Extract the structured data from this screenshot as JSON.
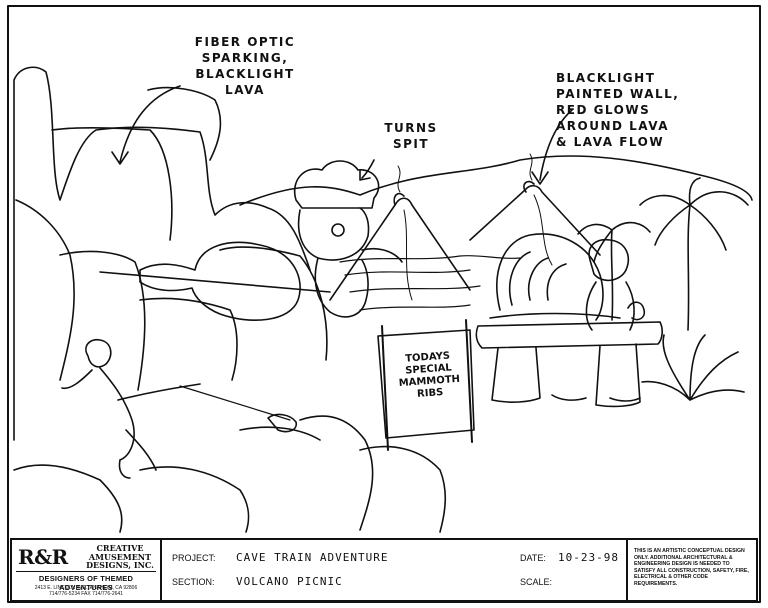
{
  "annotations": {
    "fiber_optic": [
      "FIBER OPTIC",
      "SPARKING,",
      "BLACKLIGHT",
      "LAVA"
    ],
    "turns_spit": [
      "TURNS",
      "SPIT"
    ],
    "blacklight_wall": [
      "BLACKLIGHT",
      "PAINTED WALL,",
      "RED GLOWS",
      "AROUND LAVA",
      "& LAVA FLOW"
    ]
  },
  "sign": [
    "TODAYS",
    "SPECIAL",
    "MAMMOTH",
    "RIBS"
  ],
  "title_block": {
    "logo_mark": "R&R",
    "company_name": [
      "CREATIVE",
      "AMUSEMENT",
      "DESIGNS, INC."
    ],
    "tagline": "DESIGNERS OF THEMED ADVENTURES",
    "address": [
      "2413 E. LINCOLN AVE., ANAHEIM, CA 92806",
      "714/776-5234     FAX 714/776-2641"
    ],
    "project_label": "PROJECT:",
    "project_value": "CAVE TRAIN ADVENTURE",
    "section_label": "SECTION:",
    "section_value": "VOLCANO PICNIC",
    "date_label": "DATE:",
    "date_value": "10-23-98",
    "scale_label": "SCALE:",
    "disclaimer": "THIS IS AN ARTISTIC CONCEPTUAL DESIGN ONLY. ADDITIONAL ARCHITECTURAL & ENGINEERING DESIGN IS NEEDED TO SATISFY ALL CONSTRUCTION, SAFETY, FIRE, ELECTRICAL & OTHER CODE REQUIREMENTS."
  },
  "colors": {
    "ink": "#111111",
    "paper": "#ffffff"
  }
}
